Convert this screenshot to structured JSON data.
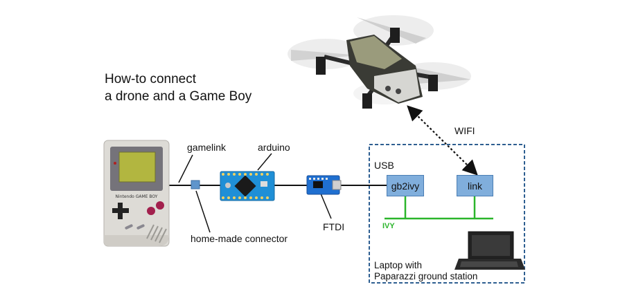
{
  "title": {
    "line1": "How-to connect",
    "line2": "a drone and a Game Boy"
  },
  "labels": {
    "gamelink": "gamelink",
    "arduino": "arduino",
    "ftdi": "FTDI",
    "connector": "home-made connector",
    "usb": "USB",
    "wifi": "WIFI",
    "ivy": "IVY"
  },
  "nodes": {
    "gb2ivy": "gb2ivy",
    "link": "link"
  },
  "laptop": {
    "line1": "Laptop with",
    "line2": "Paparazzi ground station"
  },
  "gameboy": {
    "brand": "Nintendo GAME BOY"
  },
  "colors": {
    "node_fill": "#80aedc",
    "ivy_line": "#2bb52b",
    "dashed_box": "#2e5f91",
    "arduino_board": "#1f8fd6"
  }
}
